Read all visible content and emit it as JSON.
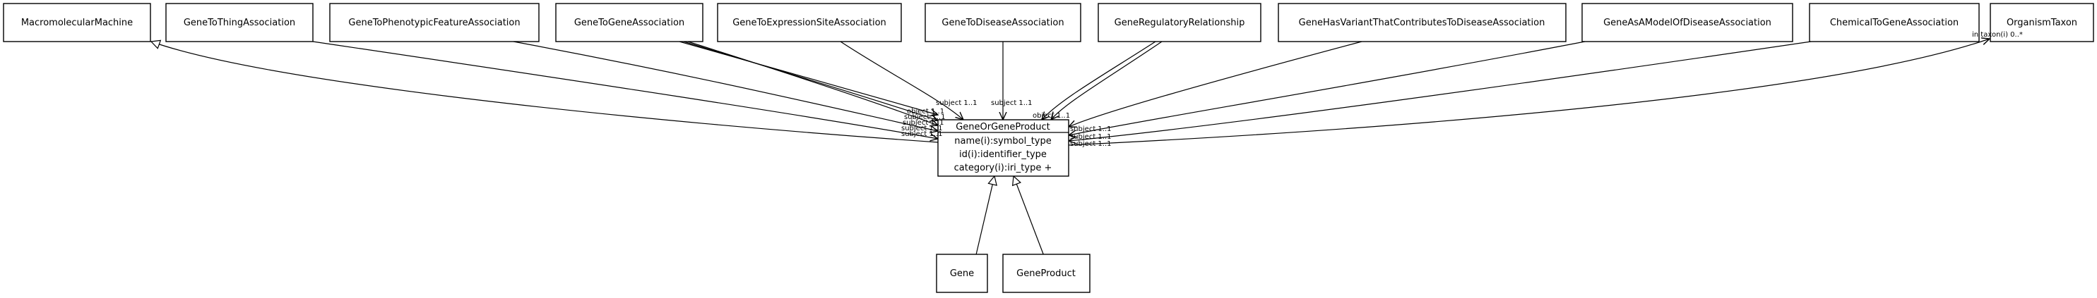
{
  "classes": {
    "macromolecular_machine": "MacromolecularMachine",
    "gene_to_thing_association": "GeneToThingAssociation",
    "gene_to_phenotypic_feature_association": "GeneToPhenotypicFeatureAssociation",
    "gene_to_gene_association": "GeneToGeneAssociation",
    "gene_to_expression_site_association": "GeneToExpressionSiteAssociation",
    "gene_to_disease_association": "GeneToDiseaseAssociation",
    "gene_regulatory_relationship": "GeneRegulatoryRelationship",
    "gene_has_variant_that_contributes_to_disease_association": "GeneHasVariantThatContributesToDiseaseAssociation",
    "gene_as_a_model_of_disease_association": "GeneAsAModelOfDiseaseAssociation",
    "chemical_to_gene_association": "ChemicalToGeneAssociation",
    "organism_taxon": "OrganismTaxon",
    "gene": "Gene",
    "gene_product": "GeneProduct"
  },
  "center_class": {
    "name": "GeneOrGeneProduct",
    "attributes": [
      "name(i):symbol_type",
      "id(i):identifier_type",
      "category(i):iri_type +"
    ]
  },
  "edge_labels": {
    "subject": "subject 1..1",
    "object": "object 1..1",
    "in_taxon": "in taxon(i) 0..*",
    "left_stack": [
      "object 1..1",
      "subject 1..1",
      "subject 1..1",
      "subject 1..1",
      "subject 1..1"
    ],
    "right_stack": [
      "object 1..1",
      "subject 1..1",
      "subject 1..1",
      "subject 1..1"
    ]
  }
}
